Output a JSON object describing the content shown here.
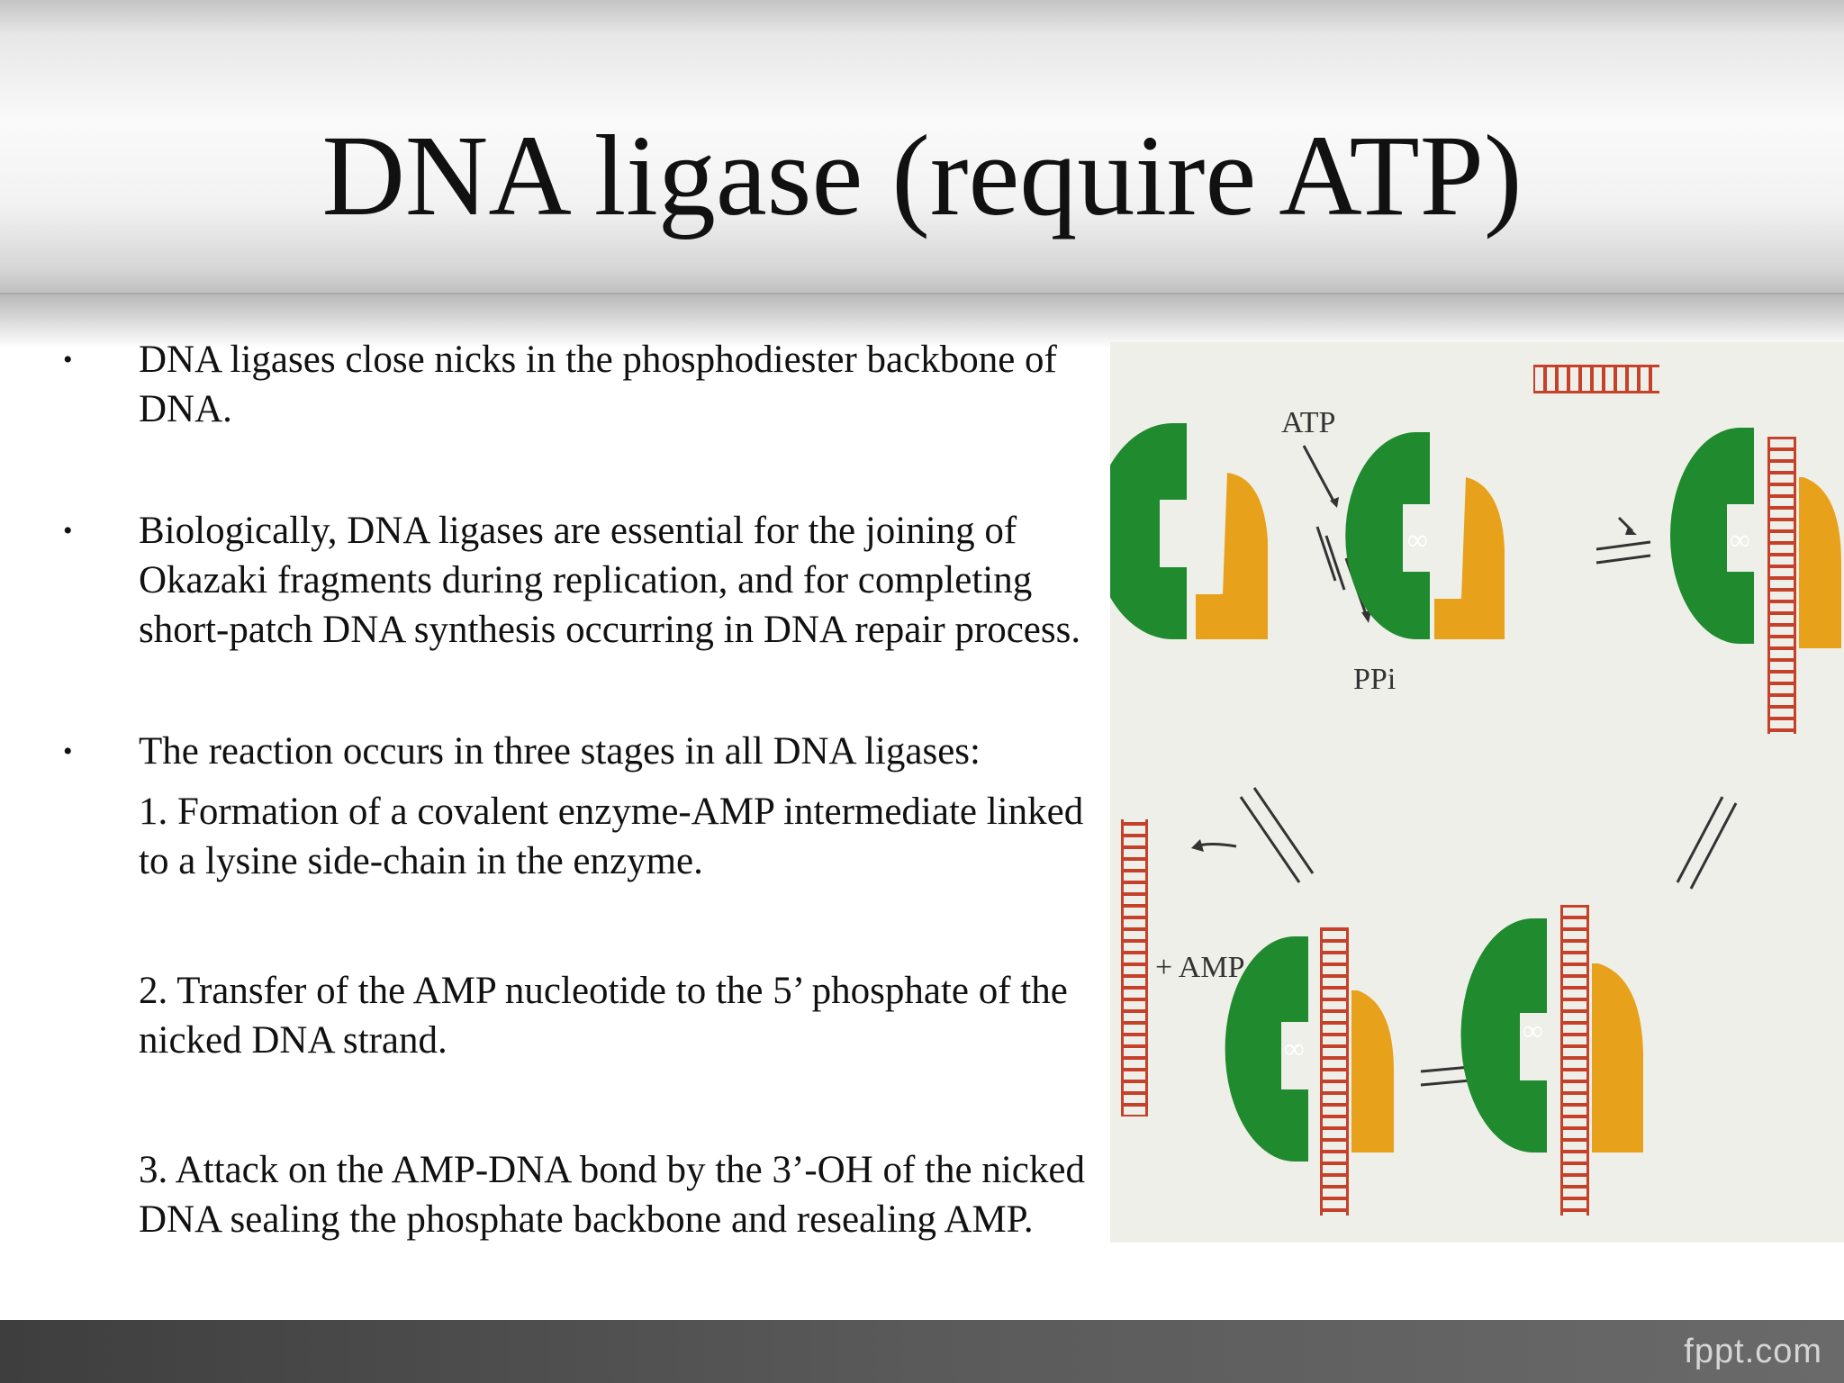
{
  "slide": {
    "title": "DNA ligase (require ATP)",
    "bullets": [
      {
        "text": "DNA ligases close nicks in the phosphodiester backbone of DNA."
      },
      {
        "text": "Biologically, DNA ligases are essential for the joining of Okazaki fragments during replication, and for completing short-patch DNA synthesis occurring in DNA repair process."
      },
      {
        "text": "The reaction occurs in three stages in all DNA ligases:",
        "sub_items": [
          "1. Formation of a covalent enzyme-AMP intermediate linked to a lysine side-chain in the enzyme.",
          "2. Transfer of the AMP nucleotide to the 5’ phosphate of the nicked DNA strand.",
          "3. Attack on the AMP-DNA bond by the 3’-OH of the nicked DNA sealing the phosphate backbone and resealing AMP."
        ]
      }
    ],
    "bullet_glyph": "•"
  },
  "diagram": {
    "labels": {
      "atp": "ATP",
      "ppi": "PPi",
      "amp": "+ AMP"
    },
    "icons": [
      "enzyme-green-icon",
      "enzyme-orange-icon",
      "dna-ladder-icon",
      "equilibrium-arrow-icon"
    ],
    "colors": {
      "enzyme_green": "#1f8a2e",
      "enzyme_orange": "#e8a11a",
      "dna_red": "#c5412a",
      "background": "#efefe9"
    }
  },
  "footer": {
    "brand": "fppt.com"
  }
}
